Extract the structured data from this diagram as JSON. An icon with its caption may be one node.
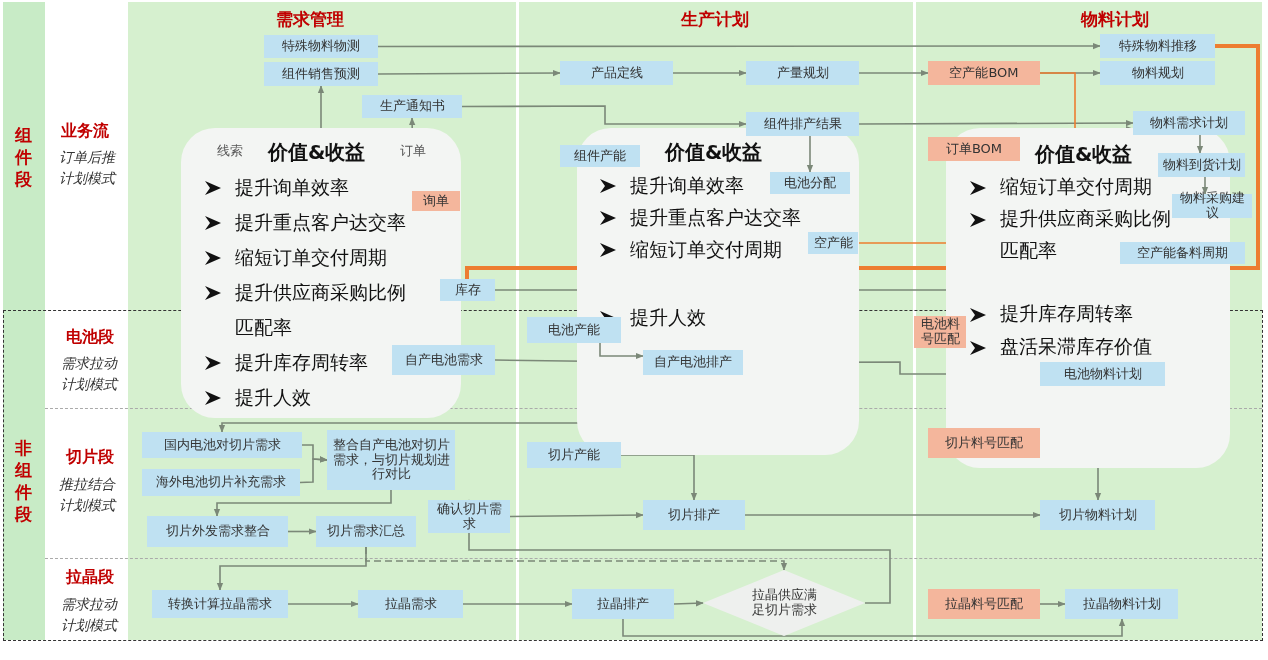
{
  "diagram": {
    "nodes": [
      {
        "text": [
          "特殊物料物测"
        ]
      },
      {
        "text": [
          "组件销售预测"
        ]
      },
      {
        "text": [
          "生产通知书"
        ]
      },
      {
        "text": [
          "线索"
        ]
      },
      {
        "text": [
          "订单"
        ]
      },
      {
        "text": [
          "询单"
        ]
      },
      {
        "text": [
          "库存"
        ]
      },
      {
        "text": [
          "自产电池需求"
        ]
      },
      {
        "text": [
          "国内电池对切片需求"
        ]
      },
      {
        "text": [
          "海外电池切片补充需求"
        ]
      },
      {
        "text": [
          "整合自产电池对切片需求，与切片规划进行对比"
        ]
      },
      {
        "text": [
          "切片外发需求整合"
        ]
      },
      {
        "text": [
          "切片需求汇总"
        ]
      },
      {
        "text": [
          "确认切片需求"
        ]
      },
      {
        "text": [
          "转换计算拉晶需求"
        ]
      },
      {
        "text": [
          "拉晶需求"
        ]
      },
      {
        "text": [
          "产品定线"
        ]
      },
      {
        "text": [
          "产量规划"
        ]
      },
      {
        "text": [
          "组件排产结果"
        ]
      },
      {
        "text": [
          "组件产能"
        ]
      },
      {
        "text": [
          "电池分配"
        ]
      },
      {
        "text": [
          "空产能"
        ]
      },
      {
        "text": [
          "电池产能"
        ]
      },
      {
        "text": [
          "自产电池排产"
        ]
      },
      {
        "text": [
          "切片产能"
        ]
      },
      {
        "text": [
          "切片排产"
        ]
      },
      {
        "text": [
          "拉晶排产"
        ]
      },
      {
        "text": [
          "拉晶供应满足切片需求"
        ]
      },
      {
        "text": [
          "特殊物料推移"
        ]
      },
      {
        "text": [
          "空产能BOM"
        ]
      },
      {
        "text": [
          "物料规划"
        ]
      },
      {
        "text": [
          "物料需求计划"
        ]
      },
      {
        "text": [
          "订单BOM"
        ]
      },
      {
        "text": [
          "物料到货计划"
        ]
      },
      {
        "text": [
          "物料采购建议"
        ]
      },
      {
        "text": [
          "空产能备料周期"
        ]
      },
      {
        "text": [
          "电池料号匹配"
        ]
      },
      {
        "text": [
          "电池物料计划"
        ]
      },
      {
        "text": [
          "切片料号匹配"
        ]
      },
      {
        "text": [
          "切片物料计划"
        ]
      },
      {
        "text": [
          "拉晶料号匹配"
        ]
      },
      {
        "text": [
          "拉晶物料计划"
        ]
      }
    ],
    "edges": [
      {
        "from": null,
        "to": 1,
        "arrow": "to"
      },
      {
        "from": 4,
        "to": 2,
        "arrow": "to"
      },
      {
        "from": 0,
        "to": 28,
        "arrow": "to"
      },
      {
        "from": 1,
        "to": 16,
        "arrow": "to"
      },
      {
        "from": 16,
        "to": 17,
        "arrow": "to"
      },
      {
        "from": 17,
        "to": 29,
        "arrow": "to"
      },
      {
        "from": 29,
        "to": 30,
        "arrow": "to"
      },
      {
        "from": 2,
        "to": 18,
        "arrow": "to"
      },
      {
        "from": 18,
        "to": 31,
        "arrow": "to"
      },
      {
        "from": 18,
        "to": 20,
        "arrow": "to"
      },
      {
        "from": 6,
        "to": 31,
        "arrow": "to"
      },
      {
        "from": 28,
        "to": 6,
        "arrow": "none",
        "style": "thick",
        "color": "#ed7d31"
      },
      {
        "from": 29,
        "to": 35,
        "arrow": "to",
        "color": "#ed7d31"
      },
      {
        "from": 21,
        "to": 35,
        "arrow": "to",
        "color": "#ed7d31"
      },
      {
        "from": 31,
        "to": 33,
        "arrow": "to"
      },
      {
        "from": 33,
        "to": 34,
        "arrow": "to"
      },
      {
        "from": 22,
        "to": 23,
        "arrow": "to"
      },
      {
        "from": 7,
        "to": 23,
        "arrow": "to"
      },
      {
        "from": 23,
        "to": 37,
        "arrow": "to"
      },
      {
        "from": 23,
        "to": 8,
        "arrow": "to"
      },
      {
        "from": 8,
        "to": 10,
        "arrow": "to"
      },
      {
        "from": 9,
        "to": 10,
        "arrow": "to"
      },
      {
        "from": 10,
        "to": 11,
        "arrow": "to"
      },
      {
        "from": 11,
        "to": 12,
        "arrow": "to"
      },
      {
        "from": 12,
        "to": 14,
        "arrow": "to"
      },
      {
        "from": 12,
        "to": 27,
        "arrow": "to",
        "style": "dashed"
      },
      {
        "from": 13,
        "to": 25,
        "arrow": "to"
      },
      {
        "from": 24,
        "to": 25,
        "arrow": "to"
      },
      {
        "from": 25,
        "to": 39,
        "arrow": "to"
      },
      {
        "from": 38,
        "to": 39,
        "arrow": "to"
      },
      {
        "from": 14,
        "to": 15,
        "arrow": "to"
      },
      {
        "from": 15,
        "to": 26,
        "arrow": "to"
      },
      {
        "from": 26,
        "to": 27,
        "arrow": "to"
      },
      {
        "from": 27,
        "to": 13,
        "arrow": "to"
      },
      {
        "from": 26,
        "to": 41,
        "arrow": "to"
      },
      {
        "from": 40,
        "to": 41,
        "arrow": "to"
      }
    ],
    "labels": [
      "需求管理",
      "生产计划",
      "物料计划",
      "组件段",
      "业务流",
      "订单后推计划模式",
      "价值&收益",
      "提升询单效率",
      "提升重点客户达交率",
      "缩短订单交付周期",
      "提升供应商采购比例匹配率",
      "提升库存周转率",
      "提升人效",
      "价值&收益",
      "提升询单效率",
      "提升重点客户达交率",
      "缩短订单交付周期",
      "提升人效",
      "价值&收益",
      "缩短订单交付周期",
      "提升供应商采购比例匹配率",
      "提升库存周转率",
      "盘活呆滞库存价值",
      "非组件段",
      "电池段",
      "需求拉动计划模式",
      "切片段",
      "推拉结合计划模式",
      "拉晶段",
      "需求拉动计划模式"
    ]
  }
}
